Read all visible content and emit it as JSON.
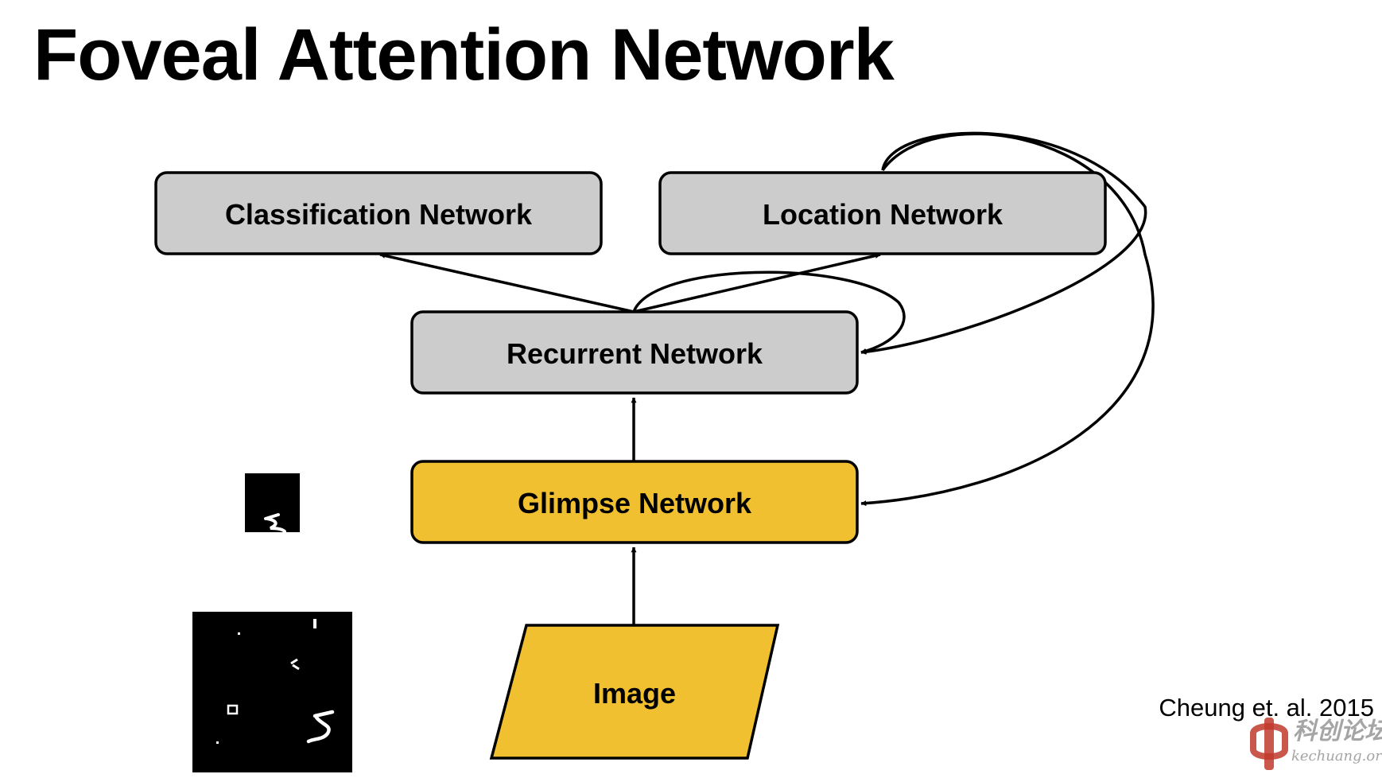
{
  "title": "Foveal Attention Network",
  "nodes": {
    "classification": "Classification Network",
    "location": "Location Network",
    "recurrent": "Recurrent Network",
    "glimpse": "Glimpse Network",
    "image": "Image"
  },
  "citation": "Cheung et. al. 2015",
  "watermark": {
    "cn": "科创论坛",
    "en": "kechuang.org"
  },
  "colors": {
    "gray_box": "#cccccc",
    "yellow_box": "#f0c030",
    "stroke": "#000000",
    "watermark": "#a5a5a5",
    "watermark_logo": "#c0392b"
  }
}
